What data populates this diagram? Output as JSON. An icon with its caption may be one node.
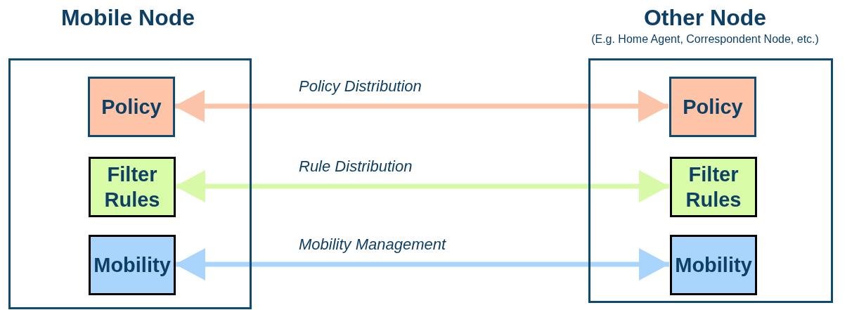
{
  "diagram": {
    "nodes": [
      {
        "text": [
          "Mobile Node"
        ]
      },
      {
        "text": [
          "Policy"
        ],
        "in": 0
      },
      {
        "text": [
          "Filter Rules"
        ],
        "in": 0
      },
      {
        "text": [
          "Mobility"
        ],
        "in": 0
      },
      {
        "text": [
          "Other Node",
          "(E.g. Home Agent, Correspondent Node, etc.)"
        ]
      },
      {
        "text": [
          "Policy"
        ],
        "in": 4
      },
      {
        "text": [
          "Filter Rules"
        ],
        "in": 4
      },
      {
        "text": [
          "Mobility"
        ],
        "in": 4
      }
    ],
    "edges": [
      {
        "from": 1,
        "to": 5,
        "arrow": "both",
        "label": "Policy Distribution",
        "color": "#fbc3a8"
      },
      {
        "from": 2,
        "to": 6,
        "arrow": "both",
        "label": "Rule Distribution",
        "color": "#d8f9a8"
      },
      {
        "from": 3,
        "to": 7,
        "arrow": "both",
        "label": "Mobility Management",
        "color": "#a9d4fc"
      }
    ]
  }
}
